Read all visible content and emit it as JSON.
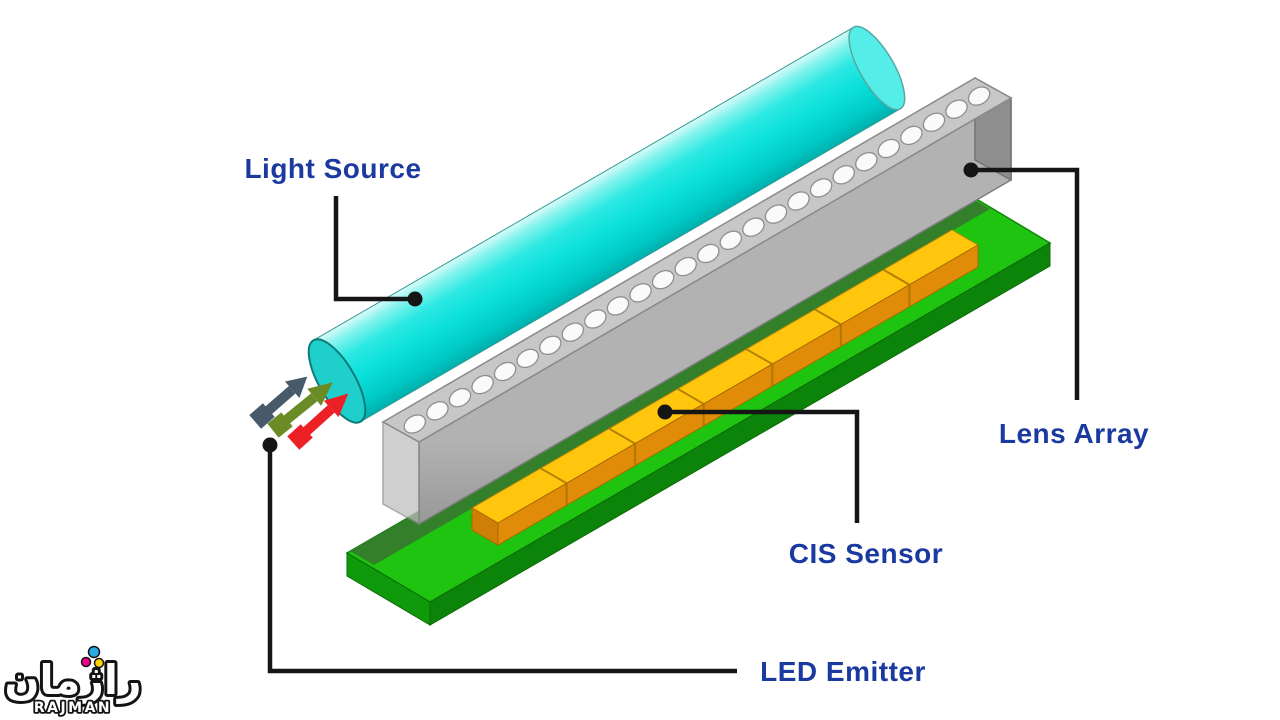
{
  "labels": {
    "light_source": "Light Source",
    "lens_array": "Lens Array",
    "cis_sensor": "CIS Sensor",
    "led_emitter": "LED Emitter"
  },
  "colors": {
    "label_text": "#1b3aa0",
    "leader_line": "#151515",
    "light_source_body": "#0ADFDA",
    "lens_array_body": "#C7C7C7",
    "pcb_board": "#1FC411",
    "cis_sensor_chip": "#FFC60D",
    "led_arrow_dark": "#475A69",
    "led_arrow_green": "#6B8B27",
    "led_arrow_red": "#EC2025"
  },
  "logo": {
    "brand_fa": "راژمان",
    "brand_en": "RAJMAN"
  }
}
